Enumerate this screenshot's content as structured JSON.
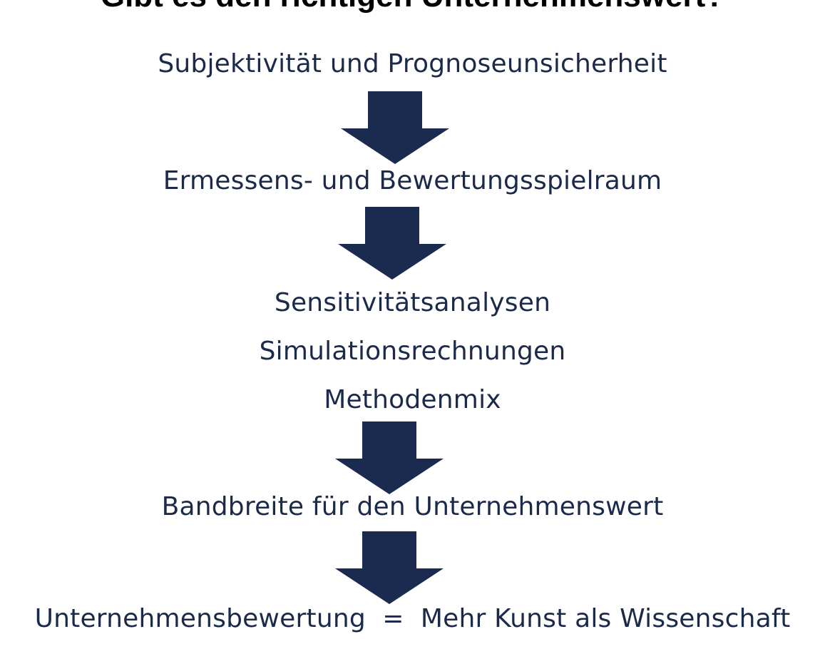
{
  "colors": {
    "arrow": "#1a2b4f",
    "text": "#1c2a4a",
    "title": "#000000",
    "background": "#ffffff"
  },
  "title": "Gibt es den richtigen Unternehmenswert?",
  "steps": [
    {
      "text": "Subjektivität und Prognoseunsicherheit"
    },
    {
      "text": "Ermessens- und Bewertungsspielraum"
    },
    {
      "text": "Sensitivitätsanalysen"
    },
    {
      "text": "Simulationsrechnungen"
    },
    {
      "text": "Methodenmix"
    },
    {
      "text": "Bandbreite für den Unternehmenswert"
    },
    {
      "text": "Unternehmensbewertung  =  Mehr Kunst als Wissenschaft"
    }
  ],
  "arrows": [
    {
      "icon": "down-arrow-icon"
    },
    {
      "icon": "down-arrow-icon"
    },
    {
      "icon": "down-arrow-icon"
    },
    {
      "icon": "down-arrow-icon"
    }
  ]
}
